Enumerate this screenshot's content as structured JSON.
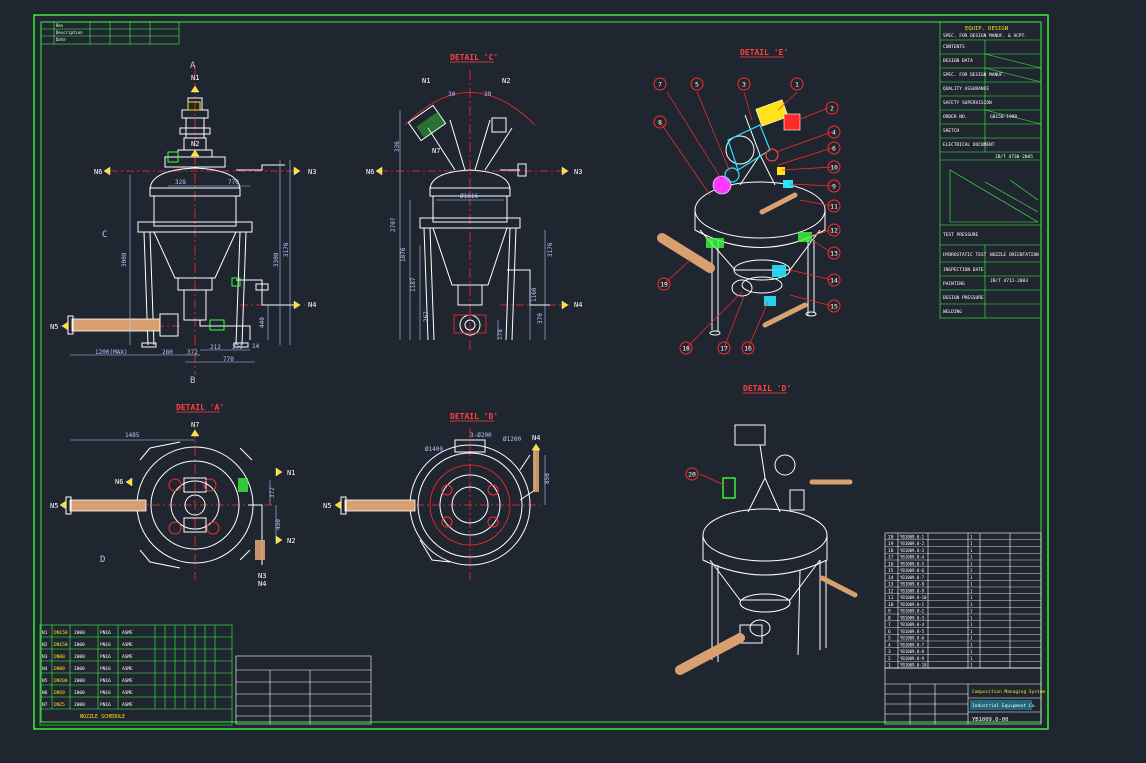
{
  "colors": {
    "background": "#1f2630",
    "frame": "#3cff3c",
    "geometry": "#ffffff",
    "centerline": "#ff2a2a",
    "dimension": "#b8c4ff",
    "hose": "#d8a070",
    "title_text": "#ff4040",
    "yellow": "#ffe21a",
    "cyan": "#27e3ff",
    "magenta": "#ff38ff",
    "green": "#3cff3c"
  },
  "views": {
    "detail_c": "DETAIL 'C'",
    "detail_e": "DETAIL 'E'",
    "detail_a": "DETAIL 'A'",
    "detail_b": "DETAIL 'B'",
    "detail_d": "DETAIL 'D'"
  },
  "section_marks": [
    "A",
    "B",
    "C",
    "D"
  ],
  "nozzles": {
    "n1": "N1",
    "n2": "N2",
    "n3": "N3",
    "n4": "N4",
    "n5": "N5",
    "n6": "N6",
    "n7": "N7"
  },
  "dims_main": [
    "328",
    "770",
    "3008",
    "3308",
    "3176",
    "440",
    "1200(MAX)",
    "280",
    "372",
    "212",
    "270",
    "770",
    "14"
  ],
  "dims_c": [
    "30",
    "30",
    "336",
    "Ø1016",
    "2707",
    "1876",
    "1187",
    "3176",
    "1160",
    "370",
    "178",
    "267"
  ],
  "dims_a": [
    "1485",
    "372",
    "450"
  ],
  "dims_b": [
    "Ø1400",
    "3-Ø200",
    "Ø1200",
    "850"
  ],
  "balloons": [
    "1",
    "2",
    "3",
    "4",
    "5",
    "6",
    "7",
    "8",
    "9",
    "10",
    "11",
    "12",
    "13",
    "14",
    "15",
    "16",
    "17",
    "18",
    "19",
    "20"
  ],
  "spec_block": {
    "title": "EQUIP. DESIGN",
    "subtitle": "SPEC. FOR DESIGN MANUF. & ACPT.",
    "rows": [
      "CONTENTS",
      "DESIGN DATA",
      "SPEC. FOR DESIGN MANUF.",
      "QUALITY ASSURANCE",
      "SAFETY SUPERVISION",
      "ORDER NO.",
      "SKETCH",
      "GB150-1998",
      "ELECTRICAL DOCUMENT",
      "JB/T 4730-2005",
      "TEST PRESSURE",
      "HYDROSTATIC TEST",
      "NOZZLE ORIENTATION",
      "INSPECTION DATE",
      "JB/T 4711-2003",
      "PAINTING",
      "DESIGN PRESSURE",
      "WELDING"
    ]
  },
  "nozzle_table": {
    "rows": [
      [
        "N1",
        "DN150",
        "2000",
        "PN16",
        "ASME"
      ],
      [
        "N2",
        "DN150",
        "2000",
        "PN16",
        "ASME"
      ],
      [
        "N3",
        "DN80",
        "2000",
        "PN16",
        "ASME"
      ],
      [
        "N4",
        "DN80",
        "2000",
        "PN16",
        "ASME"
      ],
      [
        "N5",
        "DN200",
        "2000",
        "PN16",
        "ASME"
      ],
      [
        "N6",
        "DN50",
        "2000",
        "PN16",
        "ASME"
      ],
      [
        "N7",
        "DN25",
        "2000",
        "PN16",
        "ASME"
      ]
    ],
    "footer": "NOZZLE SCHEDULE"
  },
  "parts_list": {
    "rows": [
      "20",
      "19",
      "18",
      "17",
      "16",
      "15",
      "14",
      "13",
      "12",
      "11",
      "10",
      "9",
      "8",
      "7",
      "6",
      "5",
      "4",
      "3",
      "2",
      "1"
    ],
    "codes": [
      "YB1009.0-1",
      "YB1009.0-2",
      "YB1009.0-3",
      "YB1009.0-4",
      "YB1009.0-5",
      "YB1009.0-6",
      "YB1009.0-7",
      "YB1009.0-8",
      "YB1009.0-9",
      "YB1009.0-10"
    ]
  },
  "title_block": {
    "system": "Composition Managing System",
    "company": "Industrial Equipment Co.",
    "drawing_no": "YB1009.0-00"
  },
  "revision_table": {
    "rows": [
      "Rev",
      "Description",
      "Date"
    ]
  }
}
